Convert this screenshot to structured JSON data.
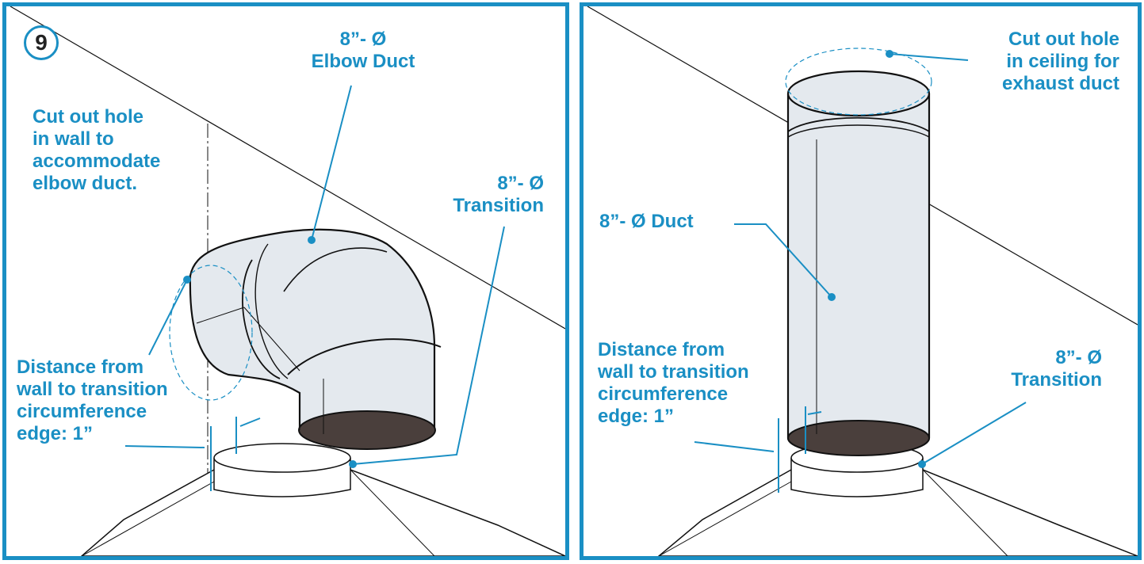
{
  "step": {
    "number": "9"
  },
  "left_panel": {
    "elbow_label": "8”- Ø\nElbow Duct",
    "transition_label": "8”- Ø\nTransition",
    "wall_hole_label": "Cut out hole\nin wall to\naccommodate\nelbow duct.",
    "distance_label": "Distance from\nwall to transition\ncircumference\nedge: 1”"
  },
  "right_panel": {
    "ceiling_hole_label": "Cut out hole\nin ceiling for\nexhaust duct",
    "duct_label": "8”- Ø Duct",
    "transition_label": "8”- Ø\nTransition",
    "distance_label": "Distance from\nwall to transition\ncircumference\nedge: 1”"
  },
  "colors": {
    "accent": "#1a8fc4",
    "duct_fill": "#e4e9ee",
    "duct_opening": "#4a3f3c",
    "line": "#111111"
  }
}
